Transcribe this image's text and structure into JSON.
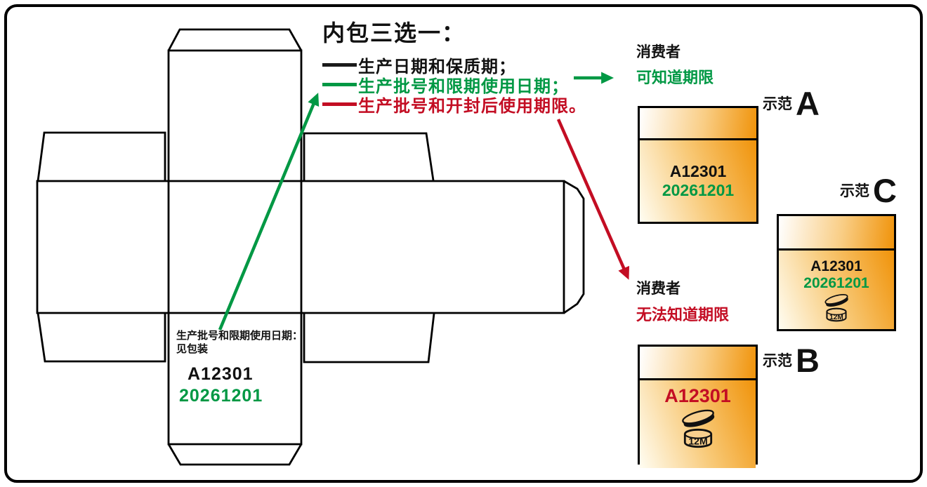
{
  "figure": {
    "title": "内包三选一：",
    "options": [
      {
        "label": "生产日期和保质期；",
        "color": "#1a1a1a"
      },
      {
        "label": "生产批号和限期使用日期；",
        "color": "#009844"
      },
      {
        "label": "生产批号和开封后使用期限。",
        "color": "#c30d23"
      }
    ]
  },
  "dieline": {
    "note_line1": "生产批号和限期使用日期：",
    "note_line2": "见包装",
    "batch_code": "A12301",
    "expiry_date": "20261201"
  },
  "consumer_known": {
    "title": "消费者",
    "subtitle": "可知道期限"
  },
  "consumer_unknown": {
    "title": "消费者",
    "subtitle": "无法知道期限"
  },
  "examples": {
    "prefix": "示范",
    "a": {
      "letter": "A",
      "batch_code": "A12301",
      "expiry_date": "20261201"
    },
    "b": {
      "letter": "B",
      "batch_code": "A12301",
      "pao": "12M"
    },
    "c": {
      "letter": "C",
      "batch_code": "A12301",
      "expiry_date": "20261201",
      "pao": "12M"
    }
  },
  "colors": {
    "green": "#009844",
    "red": "#c30d23",
    "orange": "#f0930a",
    "black": "#111111"
  }
}
